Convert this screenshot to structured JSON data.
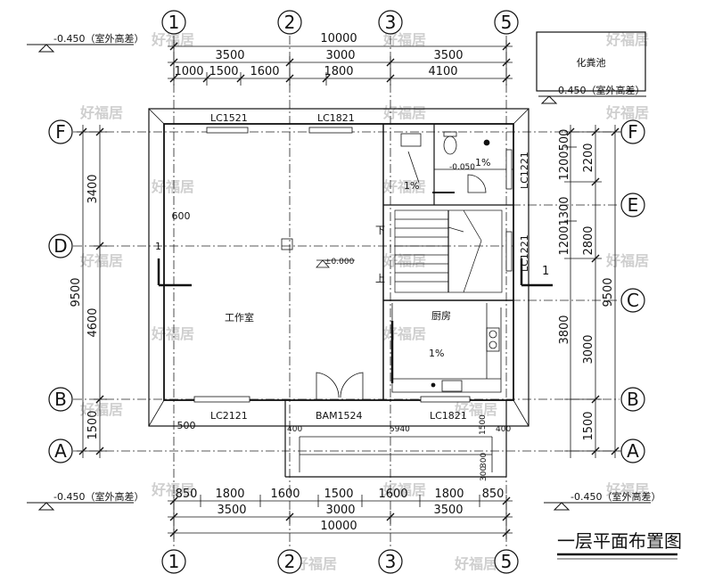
{
  "title": "一层平面布置图",
  "axes": {
    "top": [
      "1",
      "2",
      "3",
      "5"
    ],
    "bottom": [
      "1",
      "2",
      "3",
      "5"
    ],
    "left": [
      "F",
      "D",
      "B",
      "A"
    ],
    "right": [
      "F",
      "E",
      "C",
      "B",
      "A"
    ]
  },
  "dims_top": {
    "total": "10000",
    "mid": [
      "3500",
      "3000",
      "3500"
    ],
    "inner": [
      "1000",
      "1500",
      "1600",
      "1800",
      "4100"
    ]
  },
  "dims_bottom": {
    "inner": [
      "850",
      "1800",
      "1600",
      "1500",
      "1600",
      "1800",
      "850"
    ],
    "mid": [
      "3500",
      "3000",
      "3500"
    ],
    "total": "10000"
  },
  "dims_left": {
    "total": "9500",
    "parts": [
      "3400",
      "4600",
      "1500"
    ],
    "small": "600",
    "bottom_small": "500"
  },
  "dims_right": {
    "inner": [
      "500",
      "1200",
      "1300",
      "1200",
      "3800"
    ],
    "mid": [
      "2200",
      "2800",
      "3000",
      "1500"
    ],
    "total": "9500"
  },
  "levels": {
    "outdoor_tl": "-0.450（室外高差）",
    "outdoor_tr": "-0.450（室外高差）",
    "outdoor_bl": "-0.450（室外高差）",
    "outdoor_br": "-0.450（室外高差）",
    "floor": "±0.000",
    "bath": "-0.050"
  },
  "rooms": {
    "septic": "化粪池",
    "studio": "工作室",
    "kitchen": "厨房"
  },
  "openings": {
    "w_top1": "LC1521",
    "w_top2": "LC1821",
    "w_right1": "LC1221",
    "w_right2": "LC1221",
    "w_bot1": "LC2121",
    "door_bot": "BAM1524",
    "w_bot2": "LC1821"
  },
  "stairs": {
    "down": "下",
    "up": "上"
  },
  "slopes": [
    "1%",
    "1%",
    "1%"
  ],
  "misc": {
    "d400a": "400",
    "d5940": "5940",
    "d1500": "1500",
    "d400b": "400",
    "d300a": "300",
    "d300b": "300",
    "section": "1"
  },
  "watermark": "好福居"
}
